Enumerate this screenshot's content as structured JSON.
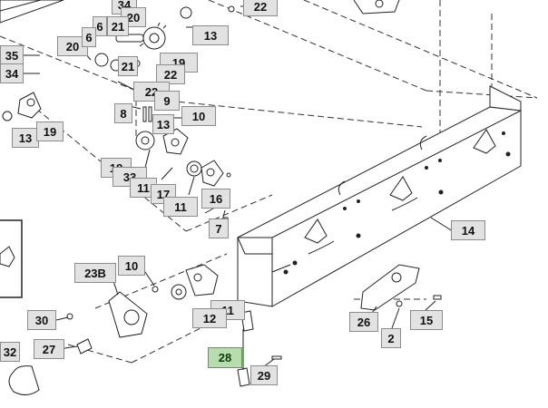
{
  "diagram": {
    "callouts": [
      {
        "id": "c34a",
        "label": "34"
      },
      {
        "id": "c22a",
        "label": "22"
      },
      {
        "id": "c20a",
        "label": "20"
      },
      {
        "id": "c6a",
        "label": "6"
      },
      {
        "id": "c21a",
        "label": "21"
      },
      {
        "id": "c13a",
        "label": "13"
      },
      {
        "id": "c20b",
        "label": "20"
      },
      {
        "id": "c6b",
        "label": "6"
      },
      {
        "id": "c35",
        "label": "35"
      },
      {
        "id": "c34b",
        "label": "34"
      },
      {
        "id": "c19a",
        "label": "19"
      },
      {
        "id": "c21b",
        "label": "21"
      },
      {
        "id": "c22b",
        "label": "22"
      },
      {
        "id": "c22c",
        "label": "22"
      },
      {
        "id": "c9",
        "label": "9"
      },
      {
        "id": "c8",
        "label": "8"
      },
      {
        "id": "c13b",
        "label": "13"
      },
      {
        "id": "c10a",
        "label": "10"
      },
      {
        "id": "c13c",
        "label": "13"
      },
      {
        "id": "c19b",
        "label": "19"
      },
      {
        "id": "c18",
        "label": "18"
      },
      {
        "id": "c33",
        "label": "33"
      },
      {
        "id": "c11a",
        "label": "11"
      },
      {
        "id": "c17",
        "label": "17"
      },
      {
        "id": "c16",
        "label": "16"
      },
      {
        "id": "c11b",
        "label": "11"
      },
      {
        "id": "c7",
        "label": "7"
      },
      {
        "id": "c14",
        "label": "14"
      },
      {
        "id": "c23b",
        "label": "23B"
      },
      {
        "id": "c10b",
        "label": "10"
      },
      {
        "id": "c11c",
        "label": "11"
      },
      {
        "id": "c12",
        "label": "12"
      },
      {
        "id": "c30",
        "label": "30"
      },
      {
        "id": "c26",
        "label": "26"
      },
      {
        "id": "c15",
        "label": "15"
      },
      {
        "id": "c2",
        "label": "2"
      },
      {
        "id": "c27",
        "label": "27"
      },
      {
        "id": "c28",
        "label": "28",
        "highlight": true
      },
      {
        "id": "c32",
        "label": "32"
      },
      {
        "id": "c29",
        "label": "29"
      }
    ],
    "colors": {
      "line": "#222222",
      "callout_fill": "#e2e2e2",
      "callout_border": "#8c8c8c",
      "highlight_fill": "#b8dcae",
      "highlight_border": "#5aa04a"
    }
  }
}
